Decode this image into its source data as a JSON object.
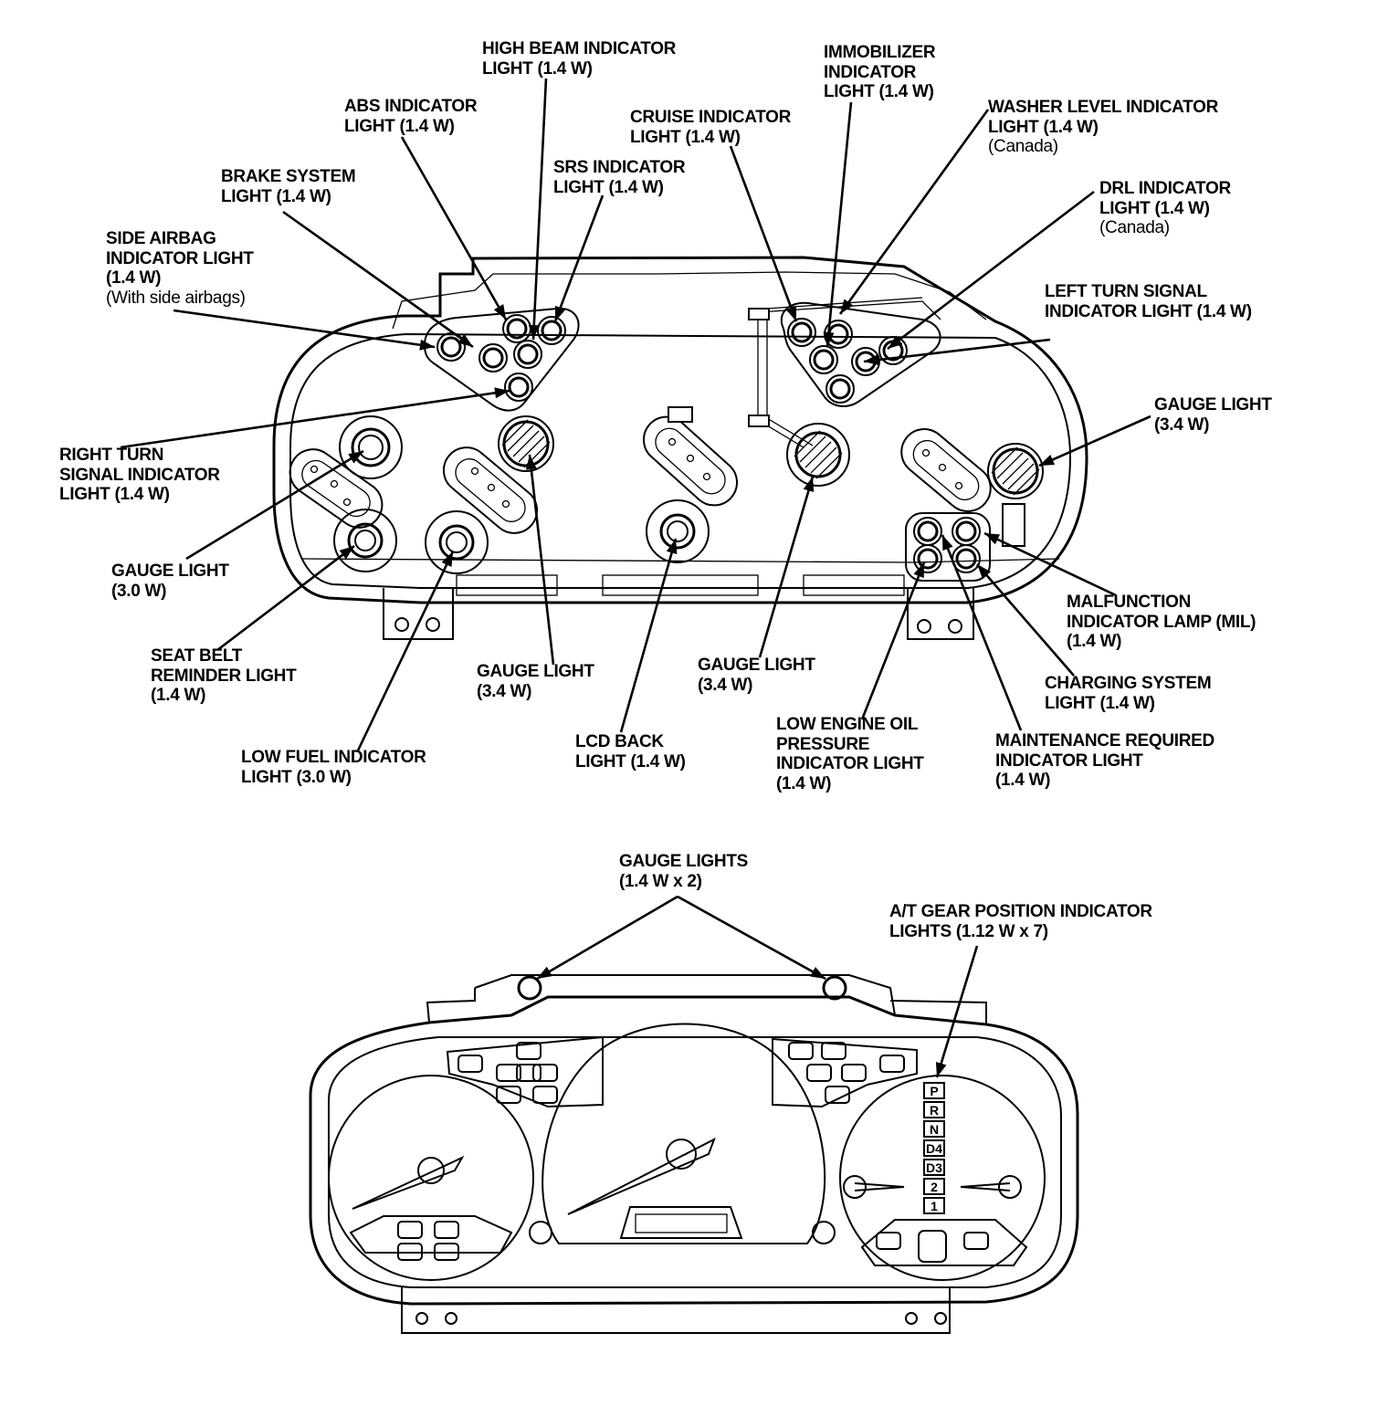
{
  "colors": {
    "ink": "#000000",
    "paper": "#ffffff"
  },
  "labels": {
    "high_beam": {
      "lines": [
        "HIGH BEAM INDICATOR",
        "LIGHT (1.4 W)"
      ],
      "note": ""
    },
    "abs": {
      "lines": [
        "ABS INDICATOR",
        "LIGHT (1.4 W)"
      ],
      "note": ""
    },
    "immobilizer": {
      "lines": [
        "IMMOBILIZER",
        "INDICATOR",
        "LIGHT (1.4 W)"
      ],
      "note": ""
    },
    "cruise": {
      "lines": [
        "CRUISE INDICATOR",
        "LIGHT (1.4 W)"
      ],
      "note": ""
    },
    "washer": {
      "lines": [
        "WASHER LEVEL INDICATOR",
        "LIGHT (1.4 W)"
      ],
      "note": "(Canada)"
    },
    "brake": {
      "lines": [
        "BRAKE SYSTEM",
        "LIGHT (1.4 W)"
      ],
      "note": ""
    },
    "srs": {
      "lines": [
        "SRS INDICATOR",
        "LIGHT (1.4 W)"
      ],
      "note": ""
    },
    "drl": {
      "lines": [
        "DRL INDICATOR",
        "LIGHT (1.4 W)"
      ],
      "note": "(Canada)"
    },
    "side_airbag": {
      "lines": [
        "SIDE AIRBAG",
        "INDICATOR LIGHT",
        "(1.4 W)"
      ],
      "note": "(With side airbags)"
    },
    "left_turn": {
      "lines": [
        "LEFT TURN SIGNAL",
        "INDICATOR LIGHT (1.4 W)"
      ],
      "note": ""
    },
    "gauge_right": {
      "lines": [
        "GAUGE LIGHT",
        "(3.4 W)"
      ],
      "note": ""
    },
    "right_turn": {
      "lines": [
        "RIGHT TURN",
        "SIGNAL INDICATOR",
        "LIGHT (1.4 W)"
      ],
      "note": ""
    },
    "gauge_left": {
      "lines": [
        "GAUGE LIGHT",
        "(3.0 W)"
      ],
      "note": ""
    },
    "malfunction": {
      "lines": [
        "MALFUNCTION",
        "INDICATOR LAMP (MIL)",
        "(1.4 W)"
      ],
      "note": ""
    },
    "seat_belt": {
      "lines": [
        "SEAT BELT",
        "REMINDER LIGHT",
        "(1.4 W)"
      ],
      "note": ""
    },
    "gauge_center_left": {
      "lines": [
        "GAUGE LIGHT",
        "(3.4 W)"
      ],
      "note": ""
    },
    "gauge_center_right": {
      "lines": [
        "GAUGE LIGHT",
        "(3.4 W)"
      ],
      "note": ""
    },
    "charging": {
      "lines": [
        "CHARGING SYSTEM",
        "LIGHT (1.4 W)"
      ],
      "note": ""
    },
    "lcd": {
      "lines": [
        "LCD BACK",
        "LIGHT (1.4 W)"
      ],
      "note": ""
    },
    "low_oil": {
      "lines": [
        "LOW ENGINE OIL",
        "PRESSURE",
        "INDICATOR LIGHT",
        "(1.4 W)"
      ],
      "note": ""
    },
    "maintenance": {
      "lines": [
        "MAINTENANCE REQUIRED",
        "INDICATOR LIGHT",
        "(1.4 W)"
      ],
      "note": ""
    },
    "low_fuel": {
      "lines": [
        "LOW FUEL INDICATOR",
        "LIGHT (3.0 W)"
      ],
      "note": ""
    },
    "gauge_lights_front": {
      "lines": [
        "GAUGE LIGHTS",
        "(1.4 W x 2)"
      ],
      "note": ""
    },
    "at_gear": {
      "lines": [
        "A/T GEAR POSITION INDICATOR",
        "LIGHTS (1.12 W x 7)"
      ],
      "note": ""
    }
  },
  "gear_positions": [
    "P",
    "R",
    "N",
    "D4",
    "D3",
    "2",
    "1"
  ]
}
